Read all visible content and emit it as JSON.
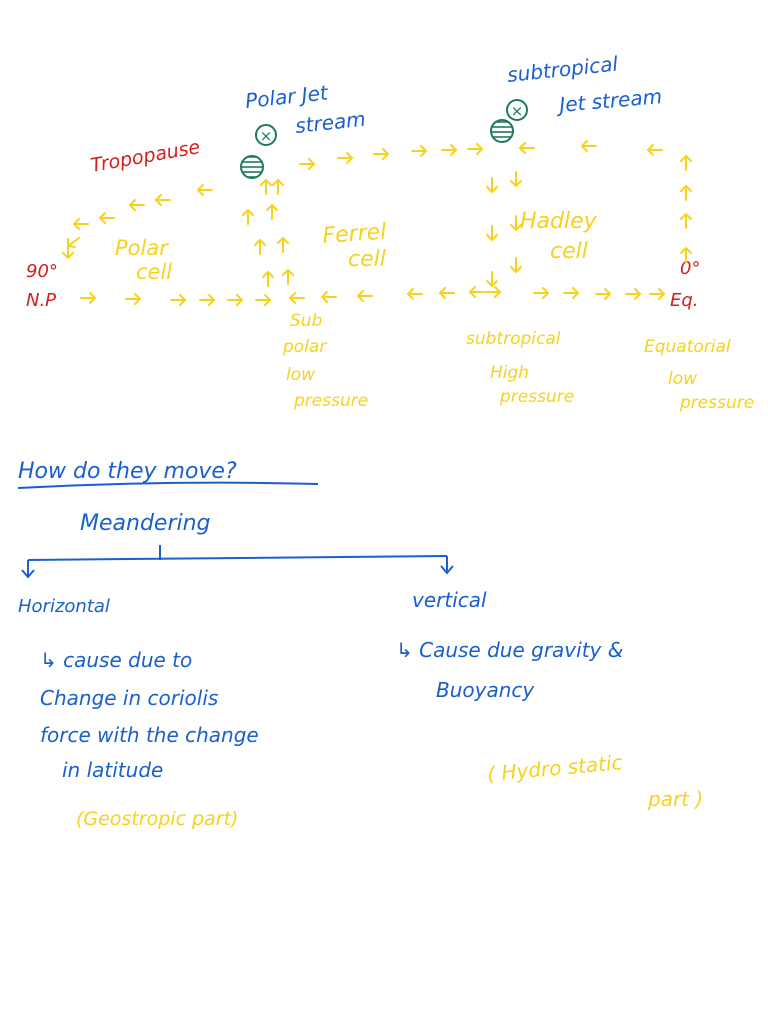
{
  "colors": {
    "yellow": "#f7d21c",
    "blue": "#1a5fd0",
    "red": "#d41f1f",
    "green": "#1e7a5a"
  },
  "diagram": {
    "tropopause": "Tropopause",
    "polar_jet": [
      "Polar Jet",
      "stream"
    ],
    "subtropical_jet": [
      "subtropical",
      "Jet stream"
    ],
    "polar_cell": [
      "Polar",
      "cell"
    ],
    "ferrel_cell": [
      "Ferrel",
      "cell"
    ],
    "hadley_cell": [
      "Hadley",
      "cell"
    ],
    "np_degree": "90°",
    "np_label": "N.P",
    "eq_degree": "0°",
    "eq_label": "Eq.",
    "sub_polar": [
      "Sub",
      "polar",
      "low",
      "pressure"
    ],
    "subtropical_high": [
      "subtropical",
      "High",
      "pressure"
    ],
    "equatorial_low": [
      "Equatorial",
      "low",
      "pressure"
    ],
    "jet_symbol": "×"
  },
  "notes": {
    "question": "How do they move?",
    "meandering": "Meandering",
    "horizontal": {
      "heading": "Horizontal",
      "lines": [
        "↳ cause due to",
        "Change in coriolis",
        "force   with the change",
        "in   latitude"
      ],
      "part": "(Geostropic part)"
    },
    "vertical": {
      "heading": "vertical",
      "lines": [
        "↳ Cause due gravity &",
        "Buoyancy"
      ],
      "part": [
        "( Hydro static",
        "part )"
      ]
    }
  }
}
